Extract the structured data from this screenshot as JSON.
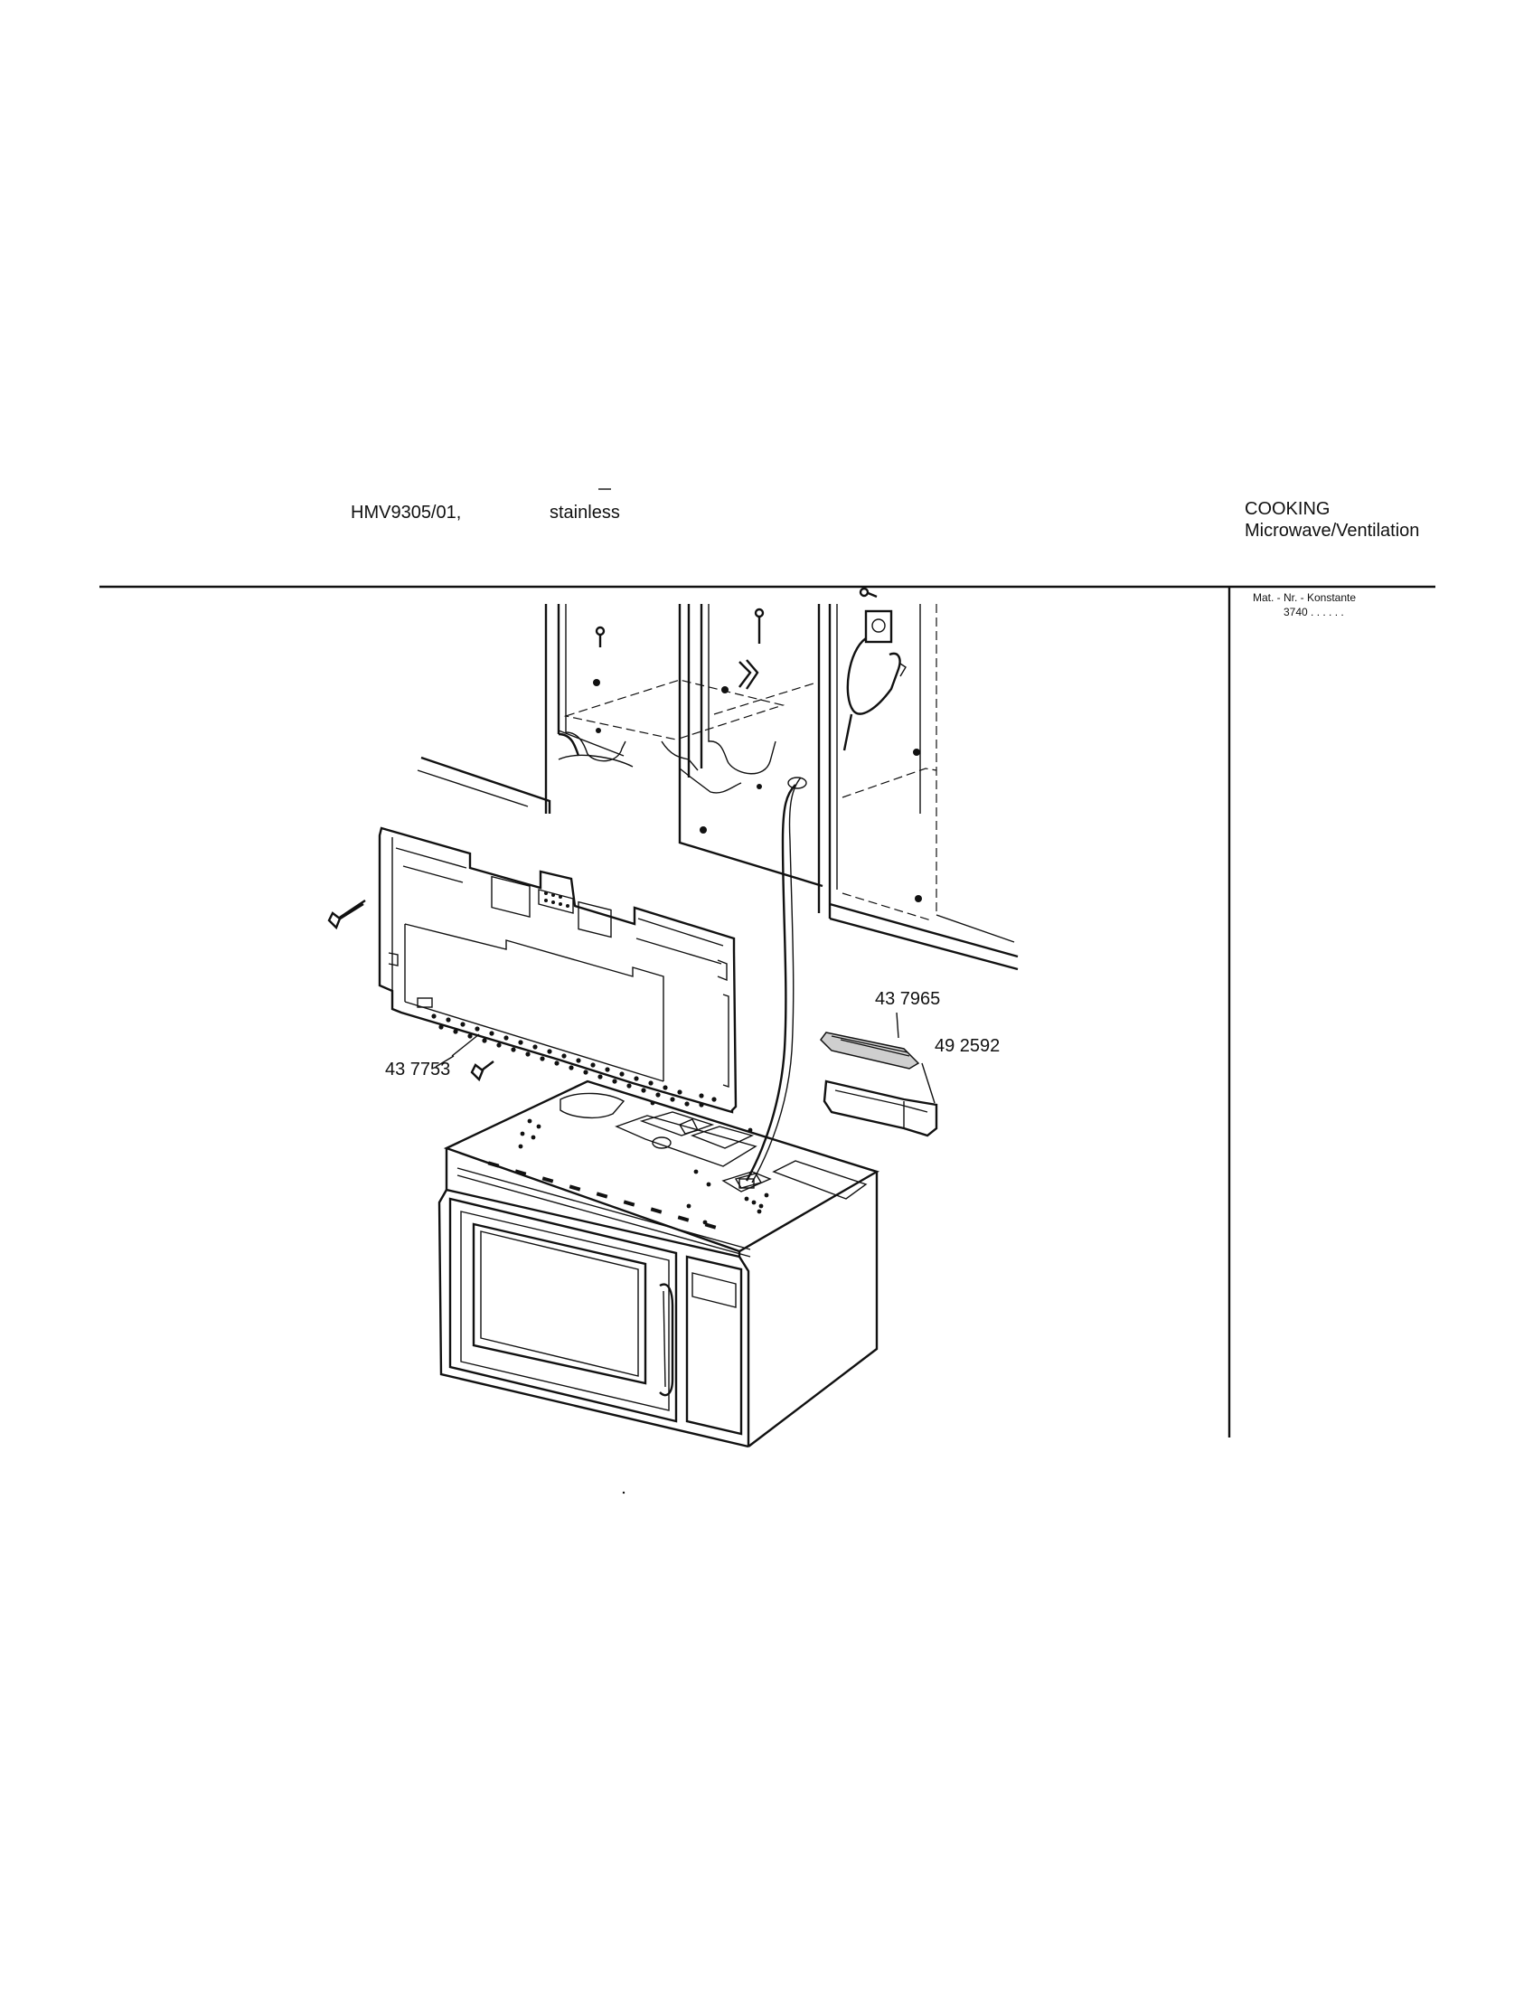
{
  "header": {
    "model": "HMV9305/01,",
    "finish": "stainless",
    "category": "COOKING",
    "subcategory": "Microwave/Ventilation"
  },
  "side_panel": {
    "line1": "Mat. - Nr. - Konstante",
    "line2": "3740 . .   . . . ."
  },
  "callouts": {
    "mounting_plate": "43 7753",
    "damper_top": "43 7965",
    "damper_housing": "49 2592"
  }
}
